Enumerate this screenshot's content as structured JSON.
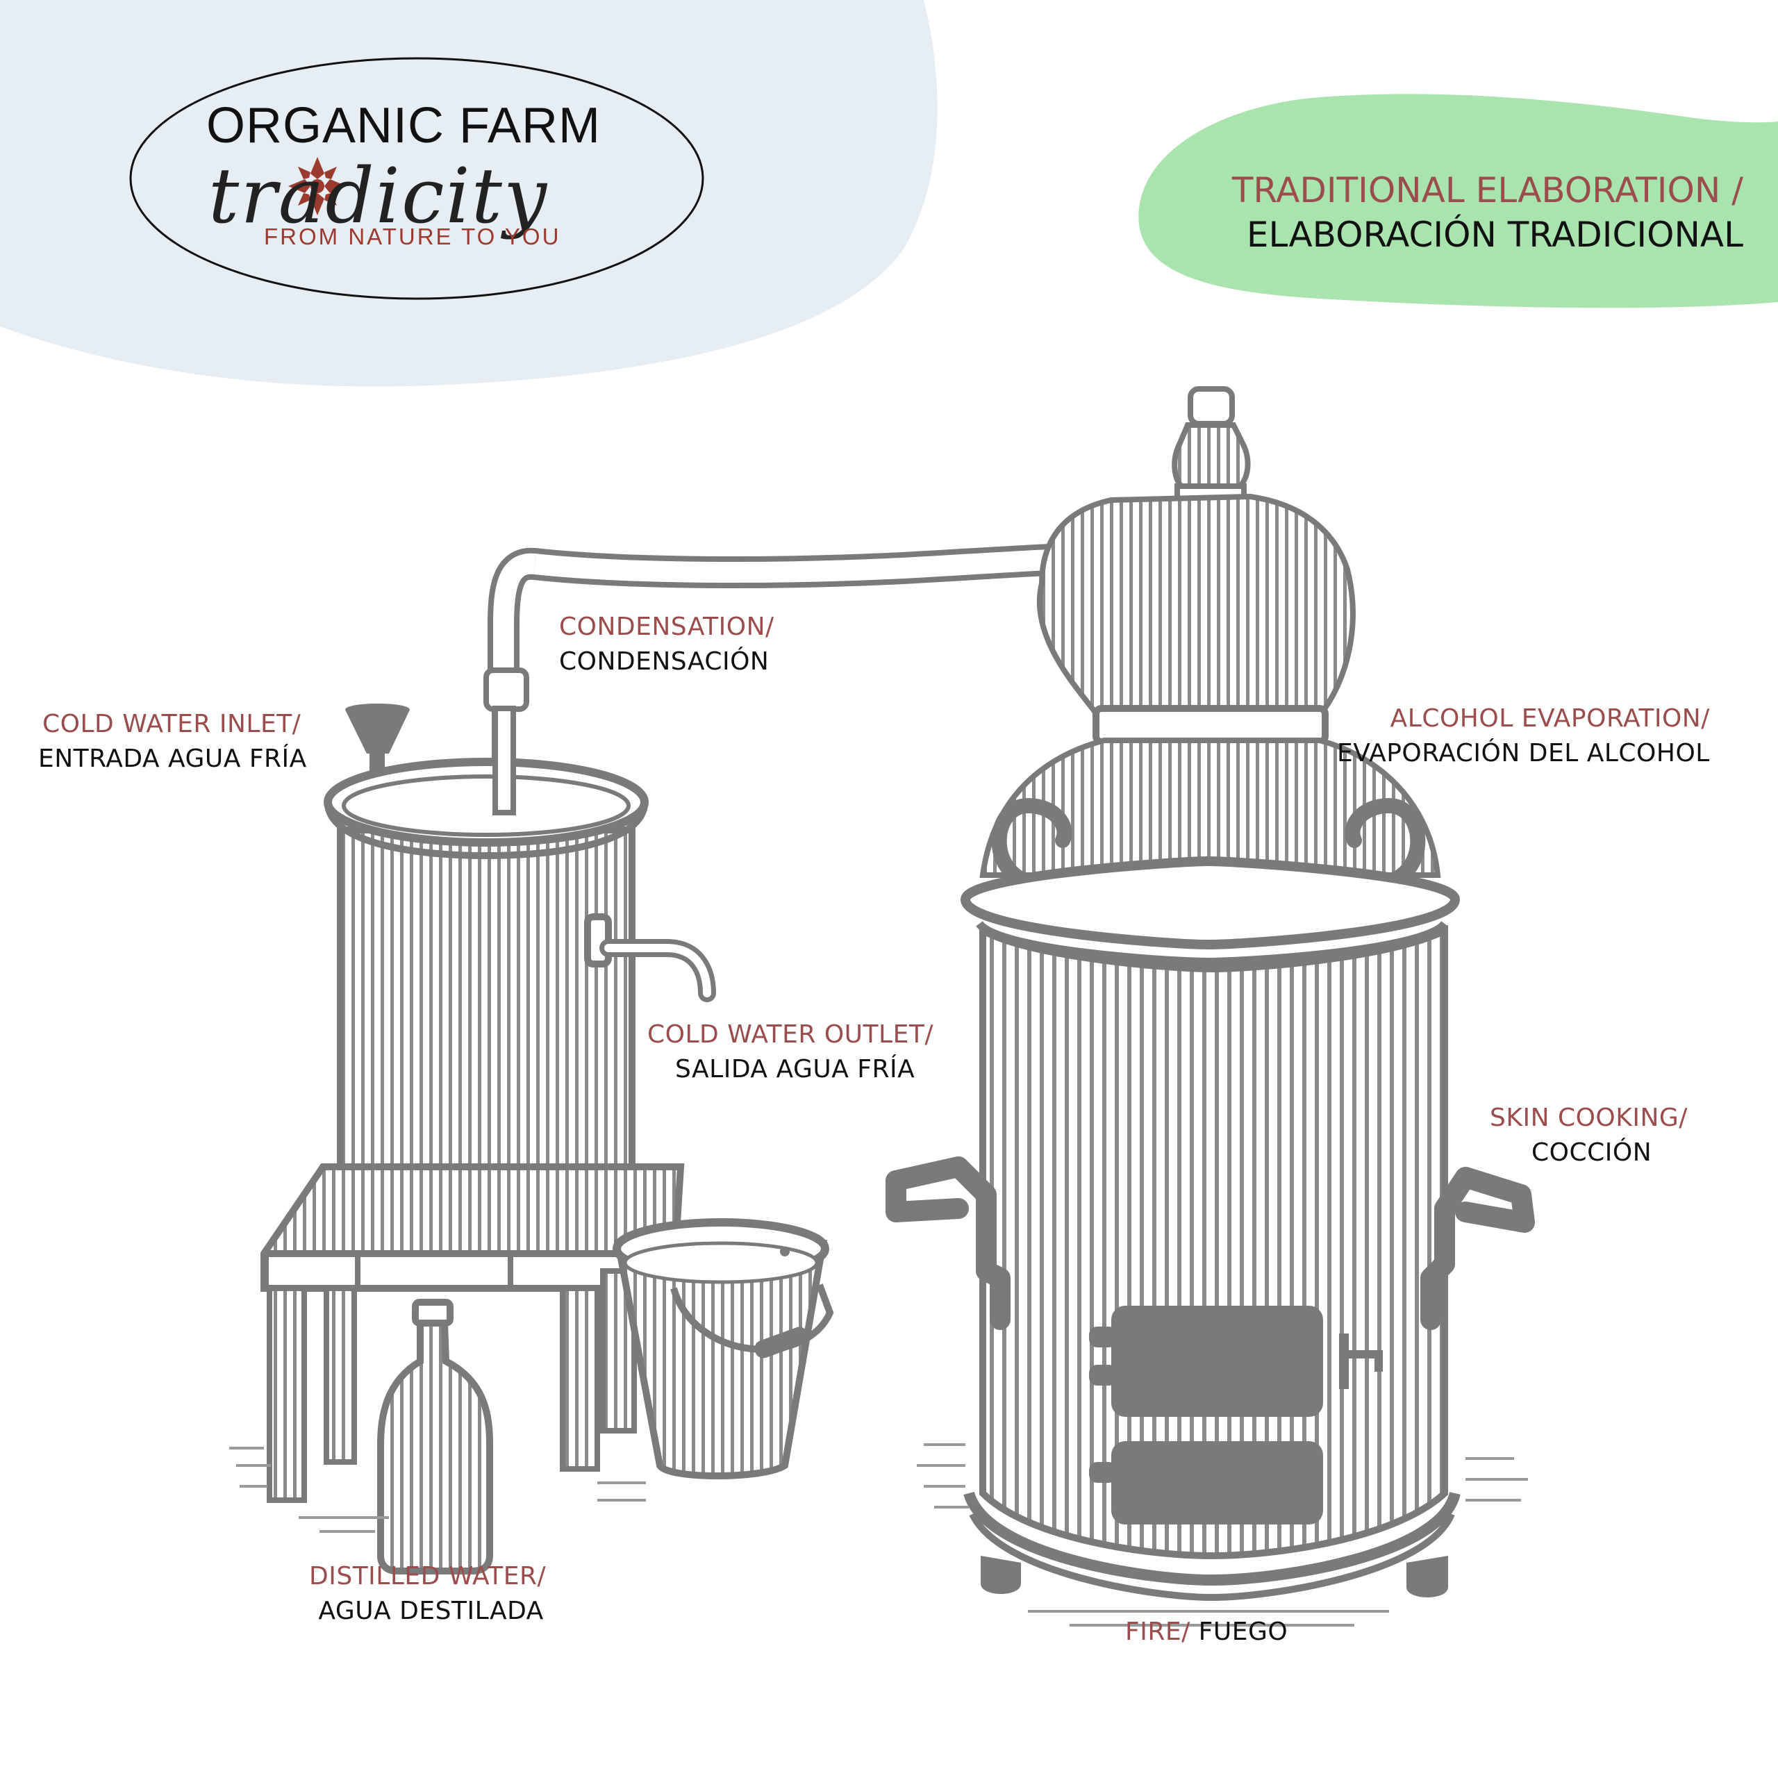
{
  "brand": {
    "top": "ORGANIC FARM",
    "script": "tradicity",
    "tagline": "FROM NATURE TO YOU"
  },
  "title": {
    "en": "TRADITIONAL ELABORATION /",
    "es": "ELABORACIÓN TRADICIONAL"
  },
  "labels": {
    "condensation": {
      "en": "CONDENSATION/",
      "es": "CONDENSACIÓN"
    },
    "cold_water_inlet": {
      "en": "COLD WATER INLET/",
      "es": "ENTRADA AGUA FRÍA"
    },
    "alcohol_evaporation": {
      "en": "ALCOHOL EVAPORATION/",
      "es": "EVAPORACIÓN DEL ALCOHOL"
    },
    "cold_water_outlet": {
      "en": "COLD WATER OUTLET/",
      "es": "SALIDA AGUA FRÍA"
    },
    "skin_cooking": {
      "en": "SKIN COOKING/",
      "es": "COCCIÓN"
    },
    "distilled_water": {
      "en": "DISTILLED WATER/",
      "es": "AGUA DESTILADA"
    },
    "fire": {
      "en": "FIRE/",
      "es": "FUEGO"
    }
  },
  "colors": {
    "accent_red": "#9b4d4d",
    "bubble_blue": "#e6eef3",
    "bubble_green": "#a9e3ae",
    "illustration_gray": "#7a7a7a"
  }
}
